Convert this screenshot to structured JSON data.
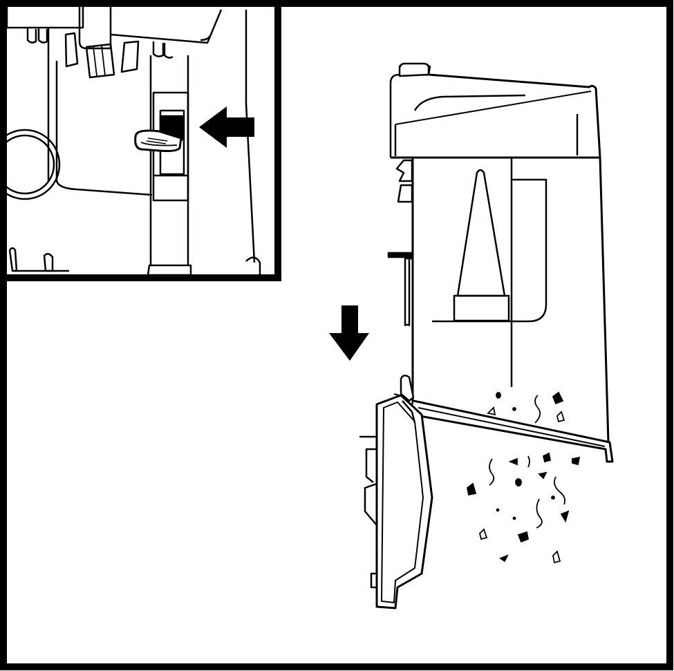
{
  "illustration": {
    "colors": {
      "line": "#000000",
      "background": "#ffffff",
      "fill_dark": "#000000"
    },
    "panels": {
      "inset": {
        "content": "release-latch-closeup"
      },
      "main": {
        "content": "dirt-tank-bottom-door-open"
      }
    },
    "arrows": [
      {
        "name": "latch-push-arrow",
        "direction": "left"
      },
      {
        "name": "downward-motion-arrow",
        "direction": "down"
      }
    ]
  }
}
